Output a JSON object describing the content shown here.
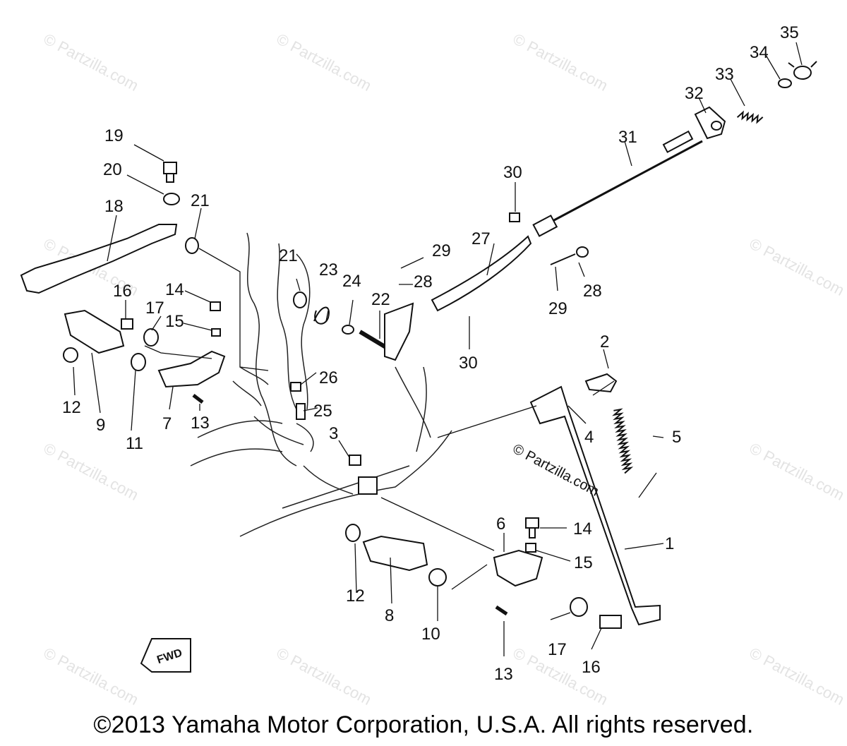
{
  "watermark": "© Partzilla.com",
  "center_watermark": "© Partzilla.com",
  "callouts": [
    "1",
    "2",
    "3",
    "4",
    "5",
    "6",
    "7",
    "8",
    "9",
    "10",
    "11",
    "12",
    "12",
    "13",
    "13",
    "14",
    "14",
    "15",
    "15",
    "16",
    "16",
    "17",
    "17",
    "18",
    "19",
    "20",
    "21",
    "21",
    "22",
    "23",
    "24",
    "25",
    "26",
    "27",
    "28",
    "28",
    "29",
    "29",
    "30",
    "30",
    "31",
    "32",
    "33",
    "34",
    "35"
  ],
  "fwd_label": "FWD",
  "copyright": "©2013 Yamaha Motor Corporation, U.S.A. All rights reserved."
}
